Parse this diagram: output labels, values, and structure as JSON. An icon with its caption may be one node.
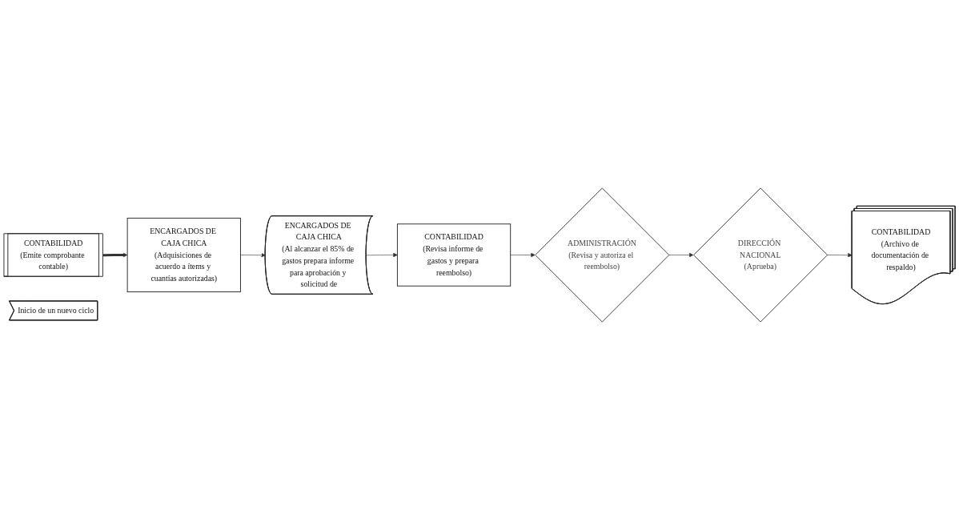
{
  "diagram": {
    "nodes": [
      {
        "text": [
          "CONTABILIDAD",
          "(Emite comprobante contable)"
        ]
      },
      {
        "text": [
          "ENCARGADOS DE CAJA CHICA",
          "(Adquisiciones de acuerdo a ítems y cuantías autorizadas)"
        ]
      },
      {
        "text": [
          "ENCARGADOS DE CAJA CHICA",
          "(Al alcanzar el 85% de gastos prepara informe para aprobación y solicitud de"
        ]
      },
      {
        "text": [
          "CONTABILIDAD",
          "(Revisa informe de gastos y prepara reembolso)"
        ]
      },
      {
        "text": [
          "ADMINISTRACIÓN",
          "(Revisa y autoriza el reembolso)"
        ]
      },
      {
        "text": [
          "DIRECCIÓN NACIONAL",
          "(Aprueba)"
        ]
      },
      {
        "text": [
          "CONTABILIDAD",
          "(Archivo de documentación de respaldo)"
        ]
      },
      {
        "text": [
          "Inicio de un nuevo ciclo"
        ]
      }
    ],
    "edges": [
      {
        "from": 0,
        "to": 1,
        "arrow": "to",
        "style": "thick"
      },
      {
        "from": 1,
        "to": 2,
        "arrow": "to"
      },
      {
        "from": 2,
        "to": 3,
        "arrow": "to"
      },
      {
        "from": 3,
        "to": 4,
        "arrow": "to"
      },
      {
        "from": 4,
        "to": 5,
        "arrow": "to"
      },
      {
        "from": 5,
        "to": 6,
        "arrow": "to"
      }
    ]
  }
}
